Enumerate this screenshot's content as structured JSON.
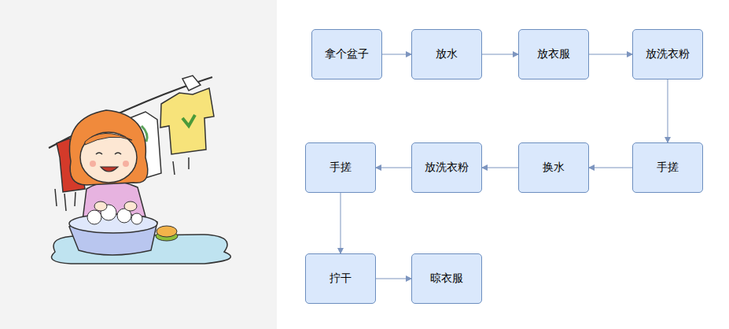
{
  "diagram": {
    "nodes": [
      {
        "text": [
          "拿个盆子"
        ]
      },
      {
        "text": [
          "放水"
        ]
      },
      {
        "text": [
          "放衣服"
        ]
      },
      {
        "text": [
          "放洗衣粉"
        ]
      },
      {
        "text": [
          "手搓"
        ]
      },
      {
        "text": [
          "换水"
        ]
      },
      {
        "text": [
          "放洗衣粉"
        ]
      },
      {
        "text": [
          "手搓"
        ]
      },
      {
        "text": [
          "拧干"
        ]
      },
      {
        "text": [
          "晾衣服"
        ]
      }
    ],
    "edges": [
      {
        "from": 0,
        "to": 1,
        "arrow": "to"
      },
      {
        "from": 1,
        "to": 2,
        "arrow": "to"
      },
      {
        "from": 2,
        "to": 3,
        "arrow": "to"
      },
      {
        "from": 3,
        "to": 4,
        "arrow": "to"
      },
      {
        "from": 4,
        "to": 5,
        "arrow": "to"
      },
      {
        "from": 5,
        "to": 6,
        "arrow": "to"
      },
      {
        "from": 6,
        "to": 7,
        "arrow": "to"
      },
      {
        "from": 7,
        "to": 8,
        "arrow": "to"
      },
      {
        "from": 8,
        "to": 9,
        "arrow": "to"
      }
    ]
  }
}
